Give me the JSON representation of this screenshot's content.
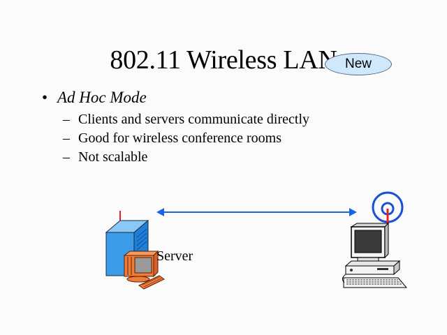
{
  "slide": {
    "title": "802.11 Wireless LAN",
    "badge": "New",
    "bullet": {
      "marker": "•",
      "text": "Ad Hoc Mode",
      "sub_items": [
        {
          "marker": "–",
          "text": "Clients and servers communicate directly"
        },
        {
          "marker": "–",
          "text": "Good for wireless conference rooms"
        },
        {
          "marker": "–",
          "text": "Not scalable"
        }
      ]
    }
  },
  "diagram": {
    "server_label": "Server",
    "left_node": "server-icon",
    "right_node": "desktop-computer-icon",
    "link": "bidirectional-arrow",
    "colors": {
      "arrow": "#1565e6",
      "antenna": "#e8201c",
      "signal": "#1a4fd8",
      "server_tower": "#3a9be8",
      "server_monitor": "#f07c3a",
      "badge_fill": "#cfe8fb"
    }
  }
}
